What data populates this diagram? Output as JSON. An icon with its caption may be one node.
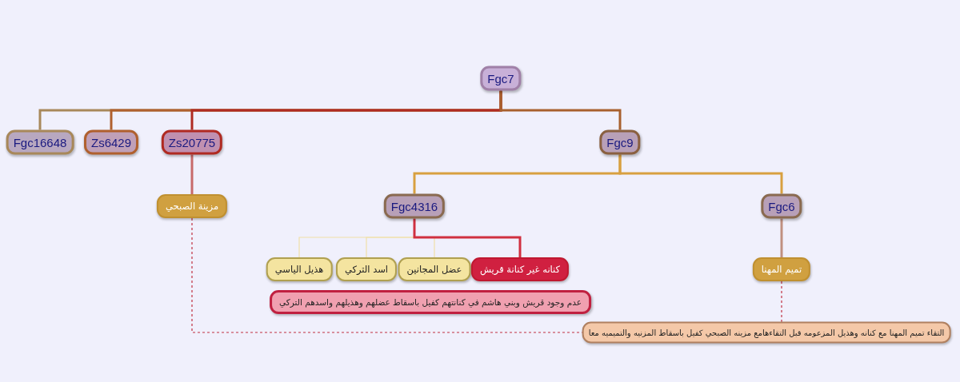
{
  "diagram": {
    "nodes": [
      {
        "text": [
          "Fgc7"
        ]
      },
      {
        "text": [
          "Fgc16648"
        ]
      },
      {
        "text": [
          "Zs6429"
        ]
      },
      {
        "text": [
          "Zs20775"
        ]
      },
      {
        "text": [
          "Fgc9"
        ]
      },
      {
        "text": [
          "مزينة الصبحي"
        ]
      },
      {
        "text": [
          "Fgc4316"
        ]
      },
      {
        "text": [
          "Fgc6"
        ]
      },
      {
        "text": [
          "هذيل الياسي"
        ]
      },
      {
        "text": [
          "اسد التركي"
        ]
      },
      {
        "text": [
          "عضل المجانين"
        ]
      },
      {
        "text": [
          "كنانه غير كنانة قريش"
        ]
      },
      {
        "text": [
          "تميم المهنا"
        ]
      },
      {
        "text": [
          "عدم وجود قريش وبني هاشم في كنانتهم كفيل باسقاط عضلهم وهذيلهم واسدهم التركي"
        ]
      },
      {
        "text": [
          "التقاء تميم المهنا مع كنانه وهذيل المزعومه قبل التقاءهامع مزينه الصبحي كفيل باسقاط المزنيه والتميميه معا"
        ]
      }
    ],
    "edges": [
      {
        "from": 0,
        "to": 1,
        "arrow": "none",
        "color": "#a8885a"
      },
      {
        "from": 0,
        "to": 2,
        "arrow": "none",
        "color": "#b0602e"
      },
      {
        "from": 0,
        "to": 3,
        "arrow": "none",
        "color": "#b02a22"
      },
      {
        "from": 0,
        "to": 4,
        "arrow": "none",
        "color": "#a8602e"
      },
      {
        "from": 3,
        "to": 5,
        "arrow": "none",
        "color": "#c86a6a"
      },
      {
        "from": 4,
        "to": 6,
        "arrow": "none",
        "color": "#d8a040"
      },
      {
        "from": 4,
        "to": 7,
        "arrow": "none",
        "color": "#d8a040"
      },
      {
        "from": 6,
        "to": 8,
        "arrow": "none",
        "color": "#f0e0a8"
      },
      {
        "from": 6,
        "to": 9,
        "arrow": "none",
        "color": "#f0e0a8"
      },
      {
        "from": 6,
        "to": 10,
        "arrow": "none",
        "color": "#f0e0a8"
      },
      {
        "from": 6,
        "to": 11,
        "arrow": "none",
        "color": "#d03040"
      },
      {
        "from": 7,
        "to": 12,
        "arrow": "none",
        "color": "#c09080"
      },
      {
        "from": 5,
        "to": 14,
        "arrow": "none",
        "style": "dashed",
        "color": "#c03040"
      },
      {
        "from": 12,
        "to": 14,
        "arrow": "none",
        "style": "dashed",
        "color": "#c03040"
      }
    ]
  }
}
